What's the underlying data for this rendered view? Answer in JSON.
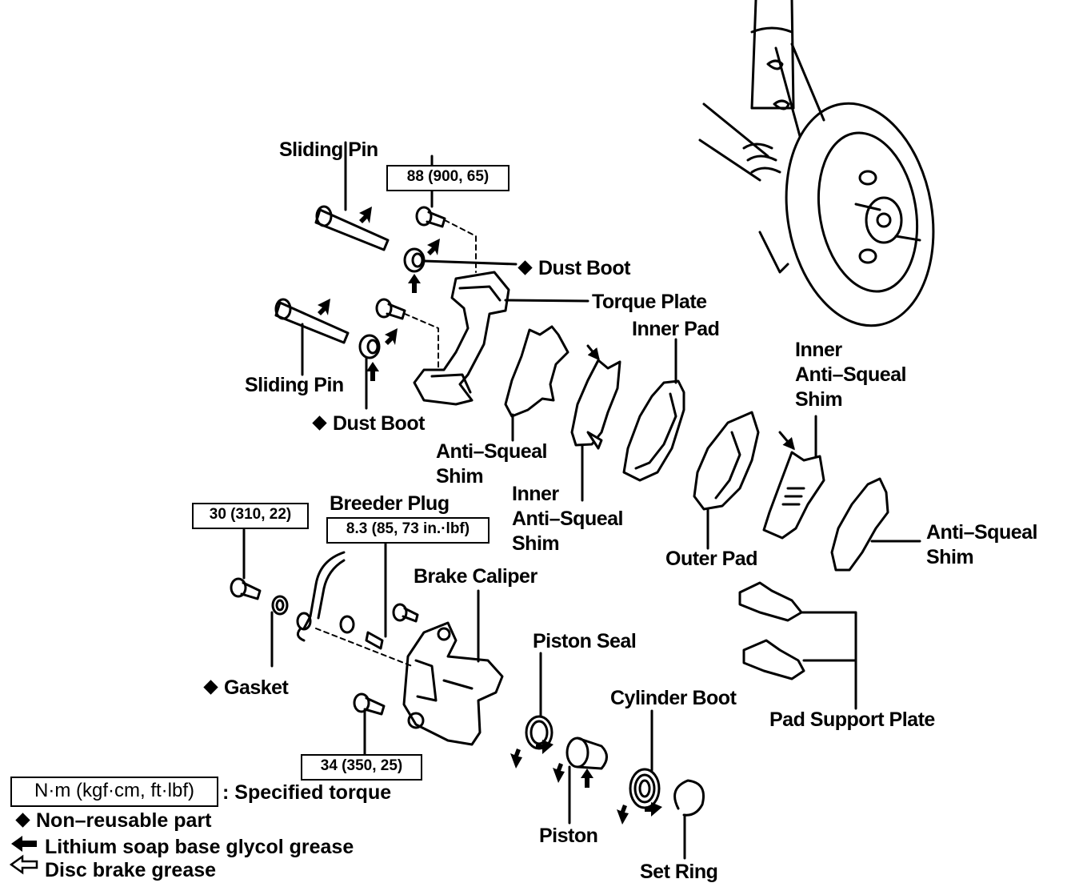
{
  "labels": {
    "sliding_pin_top": "Sliding Pin",
    "sliding_pin_bottom": "Sliding Pin",
    "dust_boot_top": "Dust Boot",
    "dust_boot_bottom": "Dust Boot",
    "torque_plate": "Torque Plate",
    "inner_pad": "Inner Pad",
    "inner_shim_right": [
      "Inner",
      "Anti–Squeal",
      "Shim"
    ],
    "anti_squeal_shim_left": [
      "Anti–Squeal",
      "Shim"
    ],
    "inner_shim_middle": [
      "Inner",
      "Anti–Squeal",
      "Shim"
    ],
    "outer_pad": "Outer Pad",
    "anti_squeal_shim_right": [
      "Anti–Squeal",
      "Shim"
    ],
    "breeder_plug": "Breeder Plug",
    "brake_caliper": "Brake Caliper",
    "gasket": "Gasket",
    "piston_seal": "Piston Seal",
    "cylinder_boot": "Cylinder Boot",
    "pad_support_plate": "Pad Support Plate",
    "piston": "Piston",
    "set_ring": "Set Ring"
  },
  "torques": {
    "torque_plate_bolt": "88 (900, 65)",
    "union_bolt": "30 (310, 22)",
    "breeder_plug": "8.3 (85, 73 in.·lbf)",
    "caliper_bolt": "34 (350, 25)"
  },
  "legend": {
    "unit_box": "N·m (kgf·cm, ft·lbf)",
    "specified_torque": ": Specified torque",
    "non_reusable": "Non–reusable part",
    "lithium_grease": "Lithium soap base glycol grease",
    "disc_grease": "Disc brake grease"
  },
  "colors": {
    "ink": "#000000",
    "paper": "#ffffff"
  }
}
